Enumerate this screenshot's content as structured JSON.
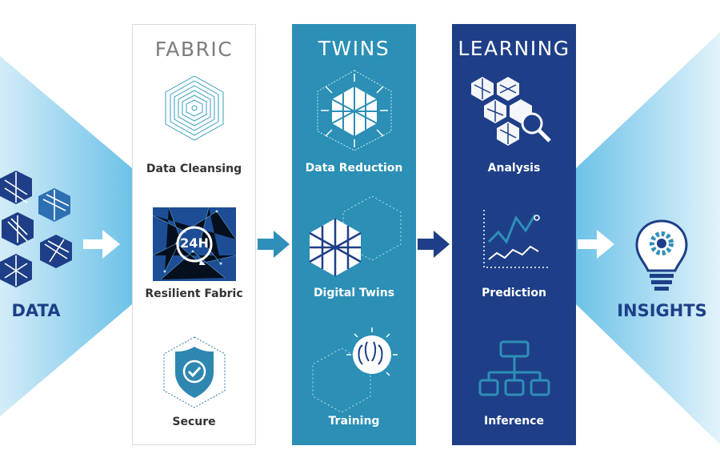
{
  "left": {
    "label": "DATA"
  },
  "right": {
    "label": "INSIGHTS"
  },
  "columns": [
    {
      "title": "FABRIC",
      "items": [
        "Data Cleansing",
        "Resilient Fabric",
        "Secure"
      ]
    },
    {
      "title": "TWINS",
      "items": [
        "Data Reduction",
        "Digital Twins",
        "Training"
      ]
    },
    {
      "title": "LEARNING",
      "items": [
        "Analysis",
        "Prediction",
        "Inference"
      ]
    }
  ],
  "badge_text": "24H",
  "colors": {
    "navy": "#1e3f87",
    "teal": "#2e8fb8",
    "light_blue": "#d6eef9",
    "fabric_text": "#7d7d7d"
  }
}
